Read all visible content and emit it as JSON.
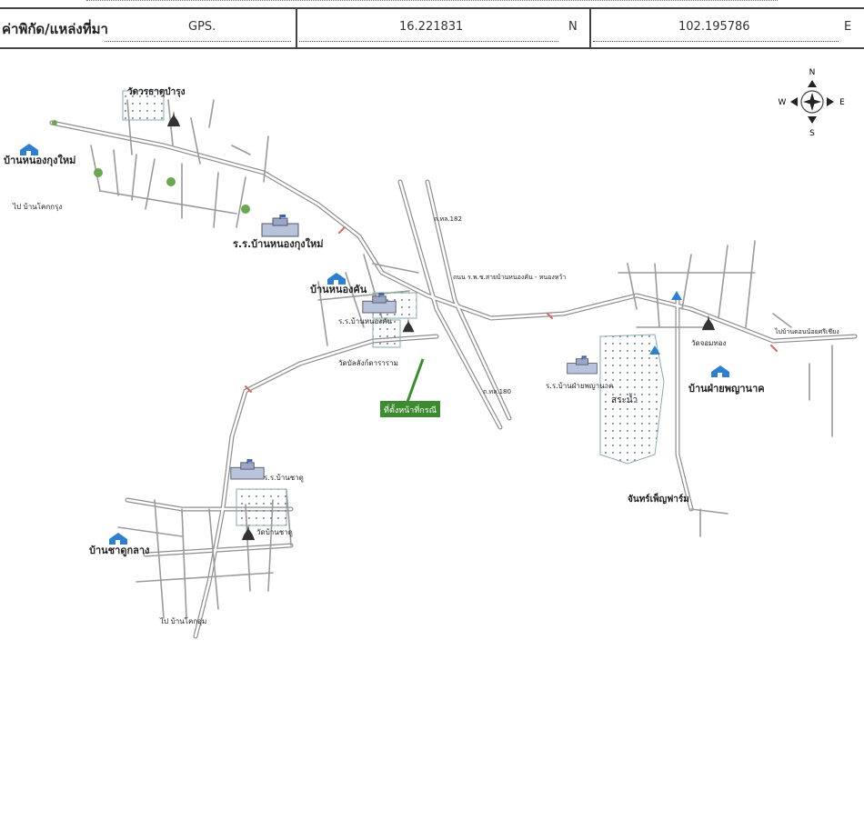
{
  "gps": {
    "label": "ค่าพิกัด/แหล่งที่มา",
    "source": "GPS.",
    "latitude": "16.221831",
    "lat_hemisphere": "N",
    "longitude": "102.195786",
    "lon_hemisphere": "E"
  },
  "compass": {
    "n": "N",
    "s": "S",
    "e": "E",
    "w": "W"
  },
  "places": {
    "wat_north": "วัดวรธาตุบำรุง",
    "village_nongkung_mai": "บ้านหนองกุงใหม่",
    "road_to_nongkung": "ไป บ้านโคกกรุง",
    "school_nongkung": "ร.ร.บ้านหนองกุงใหม่",
    "village_nongkhan": "บ้านหนองคัน",
    "school_nongkhan": "ร.ร.บ้านหนองคัน",
    "wat_center": "วัดบัลลังก์ดาราราม",
    "site_label": "ที่ตั้งหน้าที่กรณี",
    "highway_road": "ถนน ร.พ.ช.สายบ้านหนองคัน - หนองหว้า",
    "route_182": "ถ.ทล.182",
    "route_180": "ถ.ทล.180",
    "village_chaophaya": "บ้านฝ่ายพญานาค",
    "school_chaophaya": "ร.ร.บ้านฝ่ายพญานาค",
    "reservoir": "สระน้ำ",
    "wat_east": "วัดจอมทอง",
    "village_south": "บ้านชาดูกลาง",
    "school_south": "ร.ร.บ้านชาดู",
    "wat_south": "วัดบ้านชาดู",
    "road_to_south": "ไป บ้านโคกอุ่ม",
    "farm": "จันทร์เพ็ญฟาร์ม",
    "road_east": "ไปบ้านดอนน้อยศรีเชียง"
  }
}
